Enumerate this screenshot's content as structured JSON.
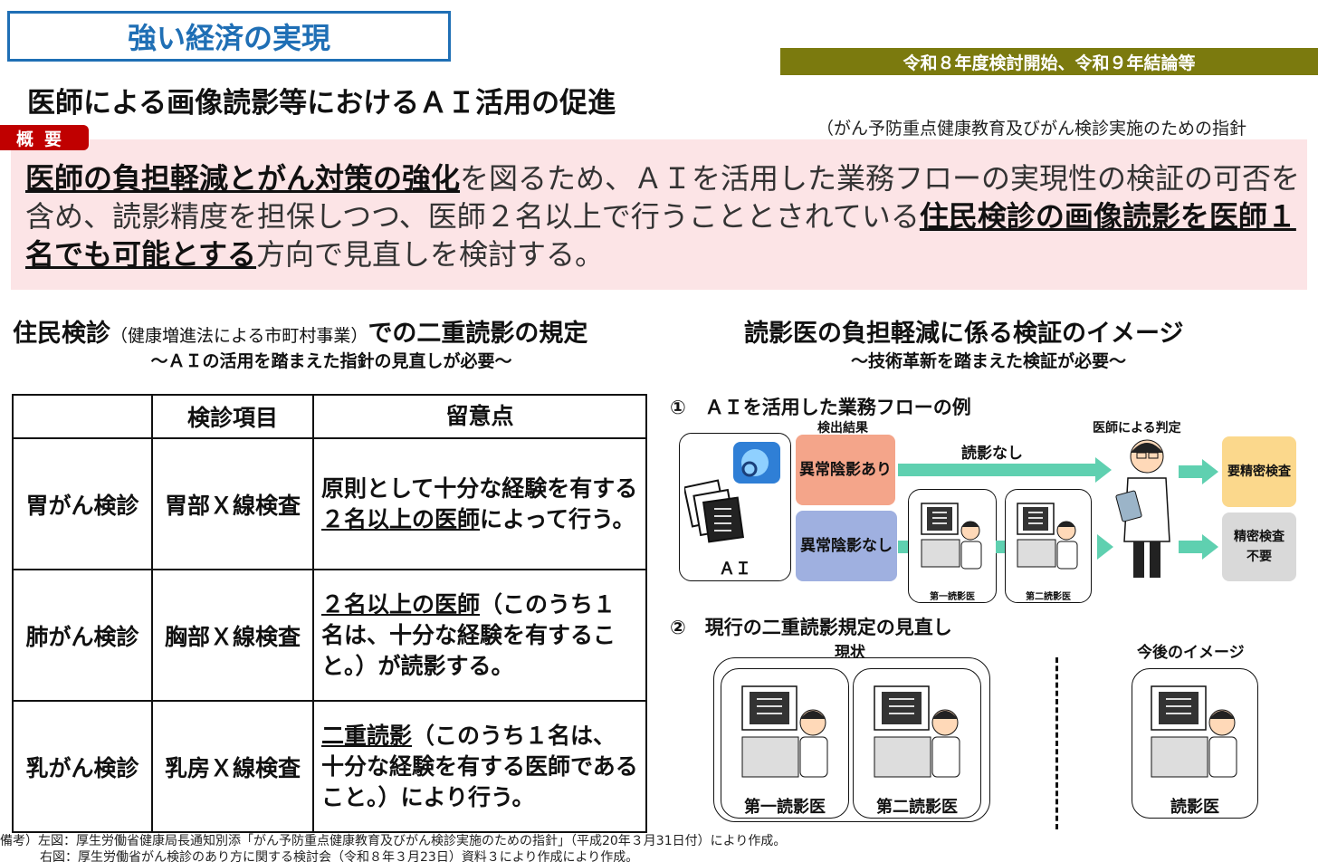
{
  "header": {
    "badge": "強い経済の実現",
    "timeline": "令和８年度検討開始、令和９年結論等",
    "title": "医師による画像読影等におけるＡＩ活用の促進",
    "guideline_ref": "（がん予防重点健康教育及びがん検診実施のための指針"
  },
  "overview": {
    "tag": "概要",
    "part1": "医師の負担軽減とがん対策の強化",
    "part2": "を図るため、ＡＩを活用した業務フローの実現性の検証の可否を含め、読影精度を担保しつつ、医師２名以上で行うこととされている",
    "part3": "住民検診の画像読影を医師１名でも可能とする",
    "part4": "方向で見直しを検討する。"
  },
  "left": {
    "title_main": "住民検診",
    "title_small": "（健康増進法による市町村事業）",
    "title_tail": "での二重読影の規定",
    "subtitle": "～ＡＩの活用を踏まえた指針の見直しが必要～",
    "table": {
      "headers": [
        "",
        "検診項目",
        "留意点"
      ],
      "rows": [
        {
          "exam": "胃がん検診",
          "item": "胃部Ｘ線検査",
          "note_a": "原則として十分な経験を有する",
          "note_u": "２名以上の医師",
          "note_b": "によって行う。"
        },
        {
          "exam": "肺がん検診",
          "item": "胸部Ｘ線検査",
          "note_a": "",
          "note_u": "２名以上の医師",
          "note_b": "（このうち１名は、十分な経験を有すること。）が読影する。"
        },
        {
          "exam": "乳がん検診",
          "item": "乳房Ｘ線検査",
          "note_a": "",
          "note_u": "二重読影",
          "note_b": "（このうち１名は、十分な経験を有する医師であること。）により行う。"
        }
      ]
    }
  },
  "right": {
    "title": "読影医の負担軽減に係る検証のイメージ",
    "subtitle": "～技術革新を踏まえた検証が必要～",
    "example1": {
      "title": "①　ＡＩを活用した業務フローの例",
      "detection_label": "検出結果",
      "doctor_judgement_label": "医師による判定",
      "ai_label": "ＡＩ",
      "abnormal": "異常陰影あり",
      "normal": "異常陰影なし",
      "no_reading": "読影なし",
      "first_reader": "第一読影医",
      "second_reader": "第二読影医",
      "detailed_exam": "要精密検査",
      "no_detailed_exam": "精密検査不要"
    },
    "example2": {
      "title": "②　現行の二重読影規定の見直し",
      "current_label": "現状",
      "future_label": "今後のイメージ",
      "first_reader": "第一読影医",
      "second_reader": "第二読影医",
      "reader": "読影医"
    }
  },
  "footnotes": {
    "line1": "備考）左図：厚生労働省健康局長通知別添「がん予防重点健康教育及びがん検診実施のための指針」（平成20年３月31日付）により作成。",
    "line2": "右図：厚生労働省がん検診のあり方に関する検討会（令和８年３月23日）資料３により作成により作成。"
  },
  "colors": {
    "accent_blue": "#1f6fb5",
    "olive": "#7b7a0e",
    "red_tag": "#c00000",
    "pink_bg": "#fce4e6",
    "arrow_green": "#5fd0b0",
    "abnormal_tile": "#f4a58a",
    "normal_tile": "#9fb0e0",
    "detailed_tile": "#fbd88c",
    "no_detailed_tile": "#d9d9d9"
  }
}
